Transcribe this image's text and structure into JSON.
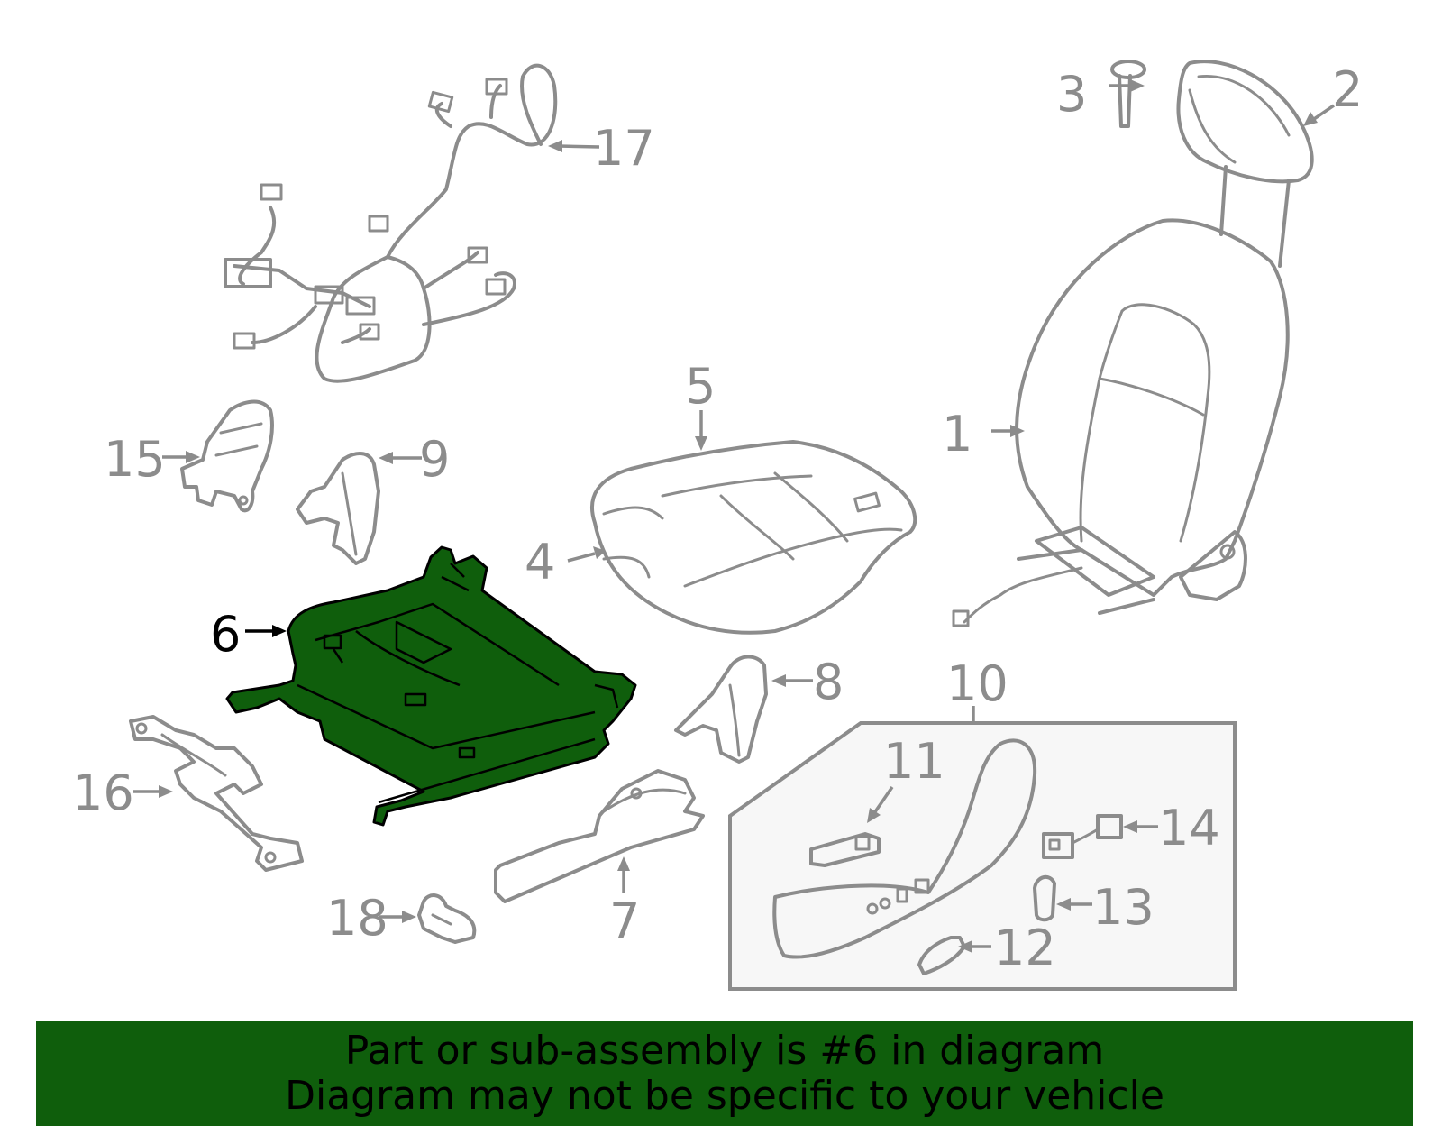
{
  "colors": {
    "highlight": "#0f5e0c",
    "part_line": "#8c8c8c",
    "active_label": "#000000",
    "banner_bg": "#0f5e0c"
  },
  "callouts": [
    {
      "id": "1",
      "label": "1"
    },
    {
      "id": "2",
      "label": "2"
    },
    {
      "id": "3",
      "label": "3"
    },
    {
      "id": "4",
      "label": "4"
    },
    {
      "id": "5",
      "label": "5"
    },
    {
      "id": "6",
      "label": "6",
      "highlighted": true
    },
    {
      "id": "7",
      "label": "7"
    },
    {
      "id": "8",
      "label": "8"
    },
    {
      "id": "9",
      "label": "9"
    },
    {
      "id": "10",
      "label": "10"
    },
    {
      "id": "11",
      "label": "11"
    },
    {
      "id": "12",
      "label": "12"
    },
    {
      "id": "13",
      "label": "13"
    },
    {
      "id": "14",
      "label": "14"
    },
    {
      "id": "15",
      "label": "15"
    },
    {
      "id": "16",
      "label": "16"
    },
    {
      "id": "17",
      "label": "17"
    },
    {
      "id": "18",
      "label": "18"
    }
  ],
  "banner": {
    "line1": "Part or sub-assembly is #6 in diagram",
    "line2": "Diagram may not be specific to your vehicle"
  }
}
